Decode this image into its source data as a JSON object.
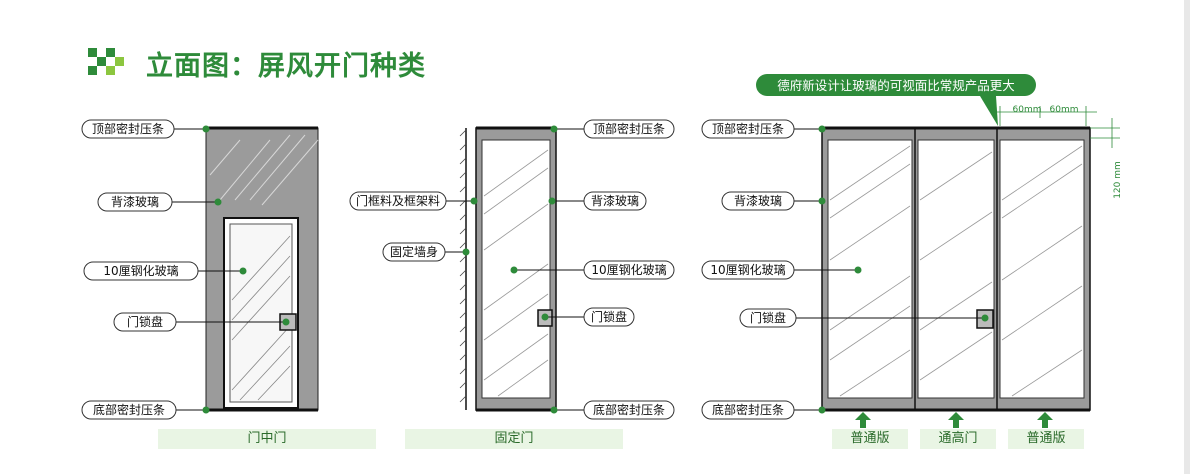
{
  "title": "立面图：屏风开门种类",
  "colors": {
    "green": "#2e8b3a",
    "light_green_bg": "#e9f5e4",
    "panel_gray": "#9b9b9b",
    "frame": "#1a1a1a"
  },
  "panel1": {
    "caption": "门中门",
    "labels": [
      "顶部密封压条",
      "背漆玻璃",
      "10厘钢化玻璃",
      "门锁盘",
      "底部密封压条"
    ]
  },
  "panel2": {
    "caption": "固定门",
    "left_labels": [
      "门框料及框架料",
      "固定墙身"
    ],
    "right_labels": [
      "顶部密封压条",
      "背漆玻璃",
      "10厘钢化玻璃",
      "门锁盘",
      "底部密封压条"
    ]
  },
  "panel3": {
    "callout": "德府新设计让玻璃的可视面比常规产品更大",
    "labels": [
      "顶部密封压条",
      "背漆玻璃",
      "10厘钢化玻璃",
      "门锁盘",
      "底部密封压条"
    ],
    "dims": {
      "width_left": "60mm",
      "width_right": "60mm",
      "height": "120 mm"
    },
    "bottom_labels": [
      "普通版",
      "通高门",
      "普通版"
    ]
  }
}
